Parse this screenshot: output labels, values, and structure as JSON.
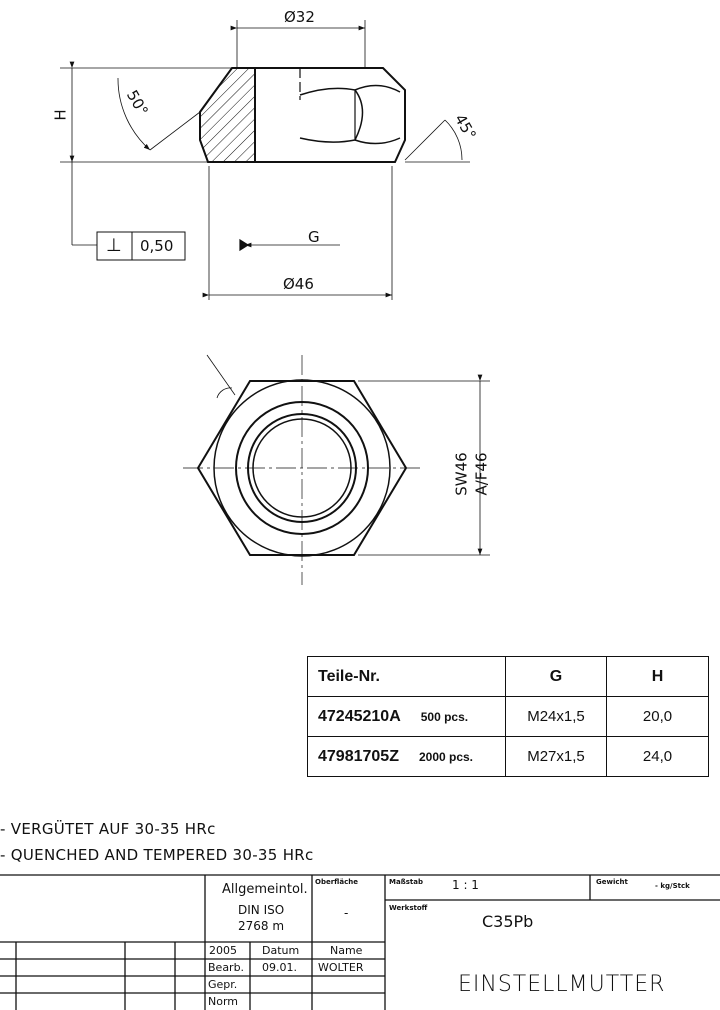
{
  "drawing": {
    "dim_top_diameter": "Ø32",
    "dim_bottom_diameter": "Ø46",
    "dim_height": "H",
    "angle_left": "50°",
    "angle_right": "45°",
    "thread_label": "G",
    "tolerance_symbol": "⊥",
    "tolerance_value": "0,50",
    "width_across_flats": "SW46",
    "width_across_flats_en": "A/F46"
  },
  "parts_table": {
    "headers": [
      "Teile-Nr.",
      "G",
      "H"
    ],
    "rows": [
      {
        "part": "47245210A",
        "qty": "500 pcs.",
        "g": "M24x1,5",
        "h": "20,0"
      },
      {
        "part": "47981705Z",
        "qty": "2000 pcs.",
        "g": "M27x1,5",
        "h": "24,0"
      }
    ]
  },
  "notes": [
    "- VERGÜTET AUF 30-35 HRc",
    "- QUENCHED AND TEMPERED 30-35 HRc"
  ],
  "title_block": {
    "general_tol_label": "Allgemeintol.",
    "general_tol_std": "DIN ISO",
    "general_tol_value": "2768 m",
    "surface_label": "Oberfläche",
    "surface_value": "-",
    "scale_label": "Maßstab",
    "scale_value": "1 : 1",
    "weight_label": "Gewicht",
    "weight_value": "- kg/Stck",
    "material_label": "Werkstoff",
    "material_value": "C35Pb",
    "year": "2005",
    "date_header": "Datum",
    "name_header": "Name",
    "rows": [
      {
        "role": "Bearb.",
        "date": "09.01.",
        "name": "WOLTER"
      },
      {
        "role": "Gepr.",
        "date": "",
        "name": ""
      },
      {
        "role": "Norm",
        "date": "",
        "name": ""
      }
    ],
    "title": "EINSTELLMUTTER"
  }
}
